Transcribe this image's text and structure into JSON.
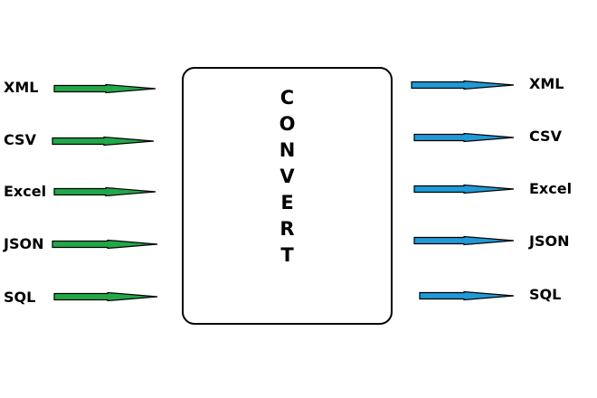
{
  "inputs": [
    {
      "label": "XML"
    },
    {
      "label": "CSV"
    },
    {
      "label": "Excel"
    },
    {
      "label": "JSON"
    },
    {
      "label": "SQL"
    }
  ],
  "outputs": [
    {
      "label": "XML"
    },
    {
      "label": "CSV"
    },
    {
      "label": "Excel"
    },
    {
      "label": "JSON"
    },
    {
      "label": "SQL"
    }
  ],
  "center": {
    "letters": [
      "C",
      "O",
      "N",
      "V",
      "E",
      "R",
      "T"
    ]
  },
  "colors": {
    "input_arrow": "#22a84a",
    "output_arrow": "#1f9ad6",
    "stroke": "#000000"
  }
}
